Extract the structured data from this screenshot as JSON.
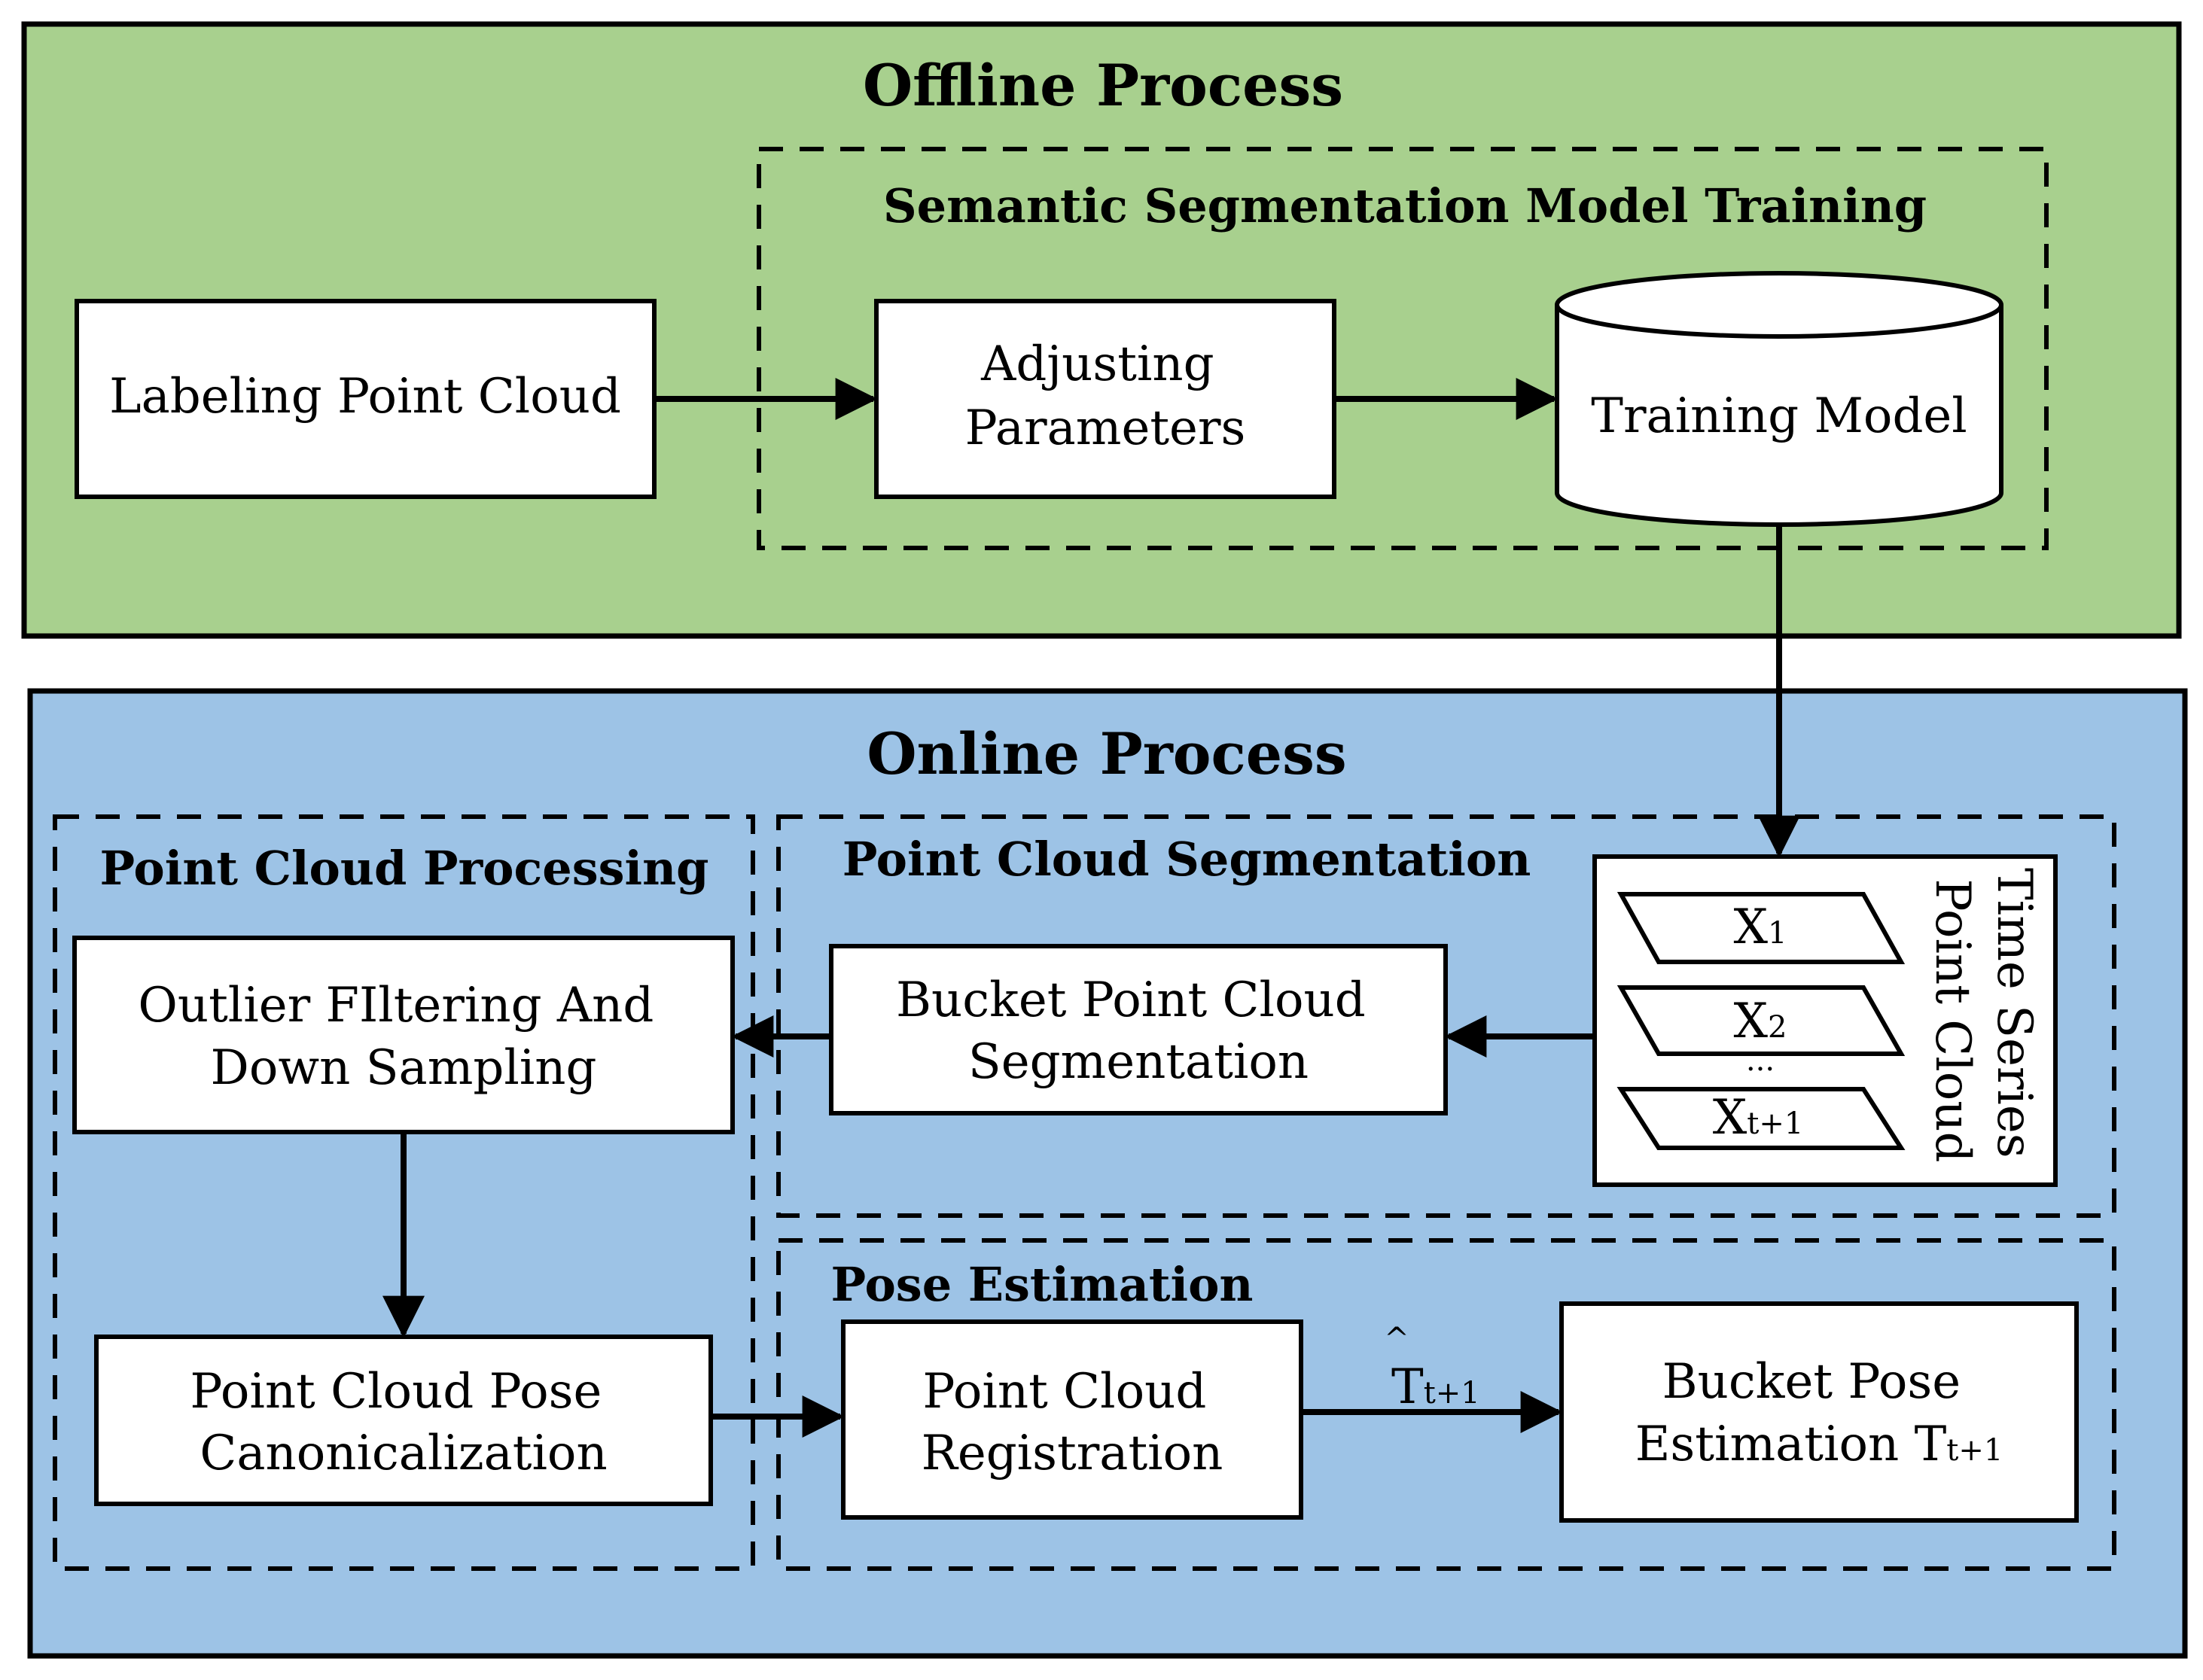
{
  "colors": {
    "offline_bg": "#a8d08e",
    "online_bg": "#9dc3e6",
    "box_fill": "#ffffff",
    "stroke": "#000000"
  },
  "offline": {
    "title": "Offline Process",
    "training_group": "Semantic Segmentation Model Training",
    "labeling": "Labeling Point Cloud",
    "adjusting": [
      "Adjusting",
      "Parameters"
    ],
    "training_model": "Training Model"
  },
  "online": {
    "title": "Online Process",
    "processing_group": "Point Cloud Processing",
    "segmentation_group": "Point Cloud Segmentation",
    "pose_group": "Pose Estimation",
    "outlier": [
      "Outlier FIltering And",
      "Down Sampling"
    ],
    "bucket_seg": [
      "Bucket Point Cloud",
      "Segmentation"
    ],
    "canonicalization": [
      "Point Cloud Pose",
      "Canonicalization"
    ],
    "registration": [
      "Point Cloud",
      "Registration"
    ],
    "bucket_pose": {
      "line1": "Bucket Pose",
      "line2": "Estimation T",
      "sub": "t+1"
    },
    "time_series": {
      "label": [
        "Time Series",
        "Point Cloud"
      ],
      "frames": [
        {
          "base": "X",
          "sub": "1"
        },
        {
          "base": "X",
          "sub": "2"
        },
        {
          "base": "X",
          "sub": "t+1"
        }
      ],
      "ellipsis": "..."
    },
    "edge_label": {
      "hat": "^",
      "base": "T",
      "sub": "t+1"
    }
  }
}
